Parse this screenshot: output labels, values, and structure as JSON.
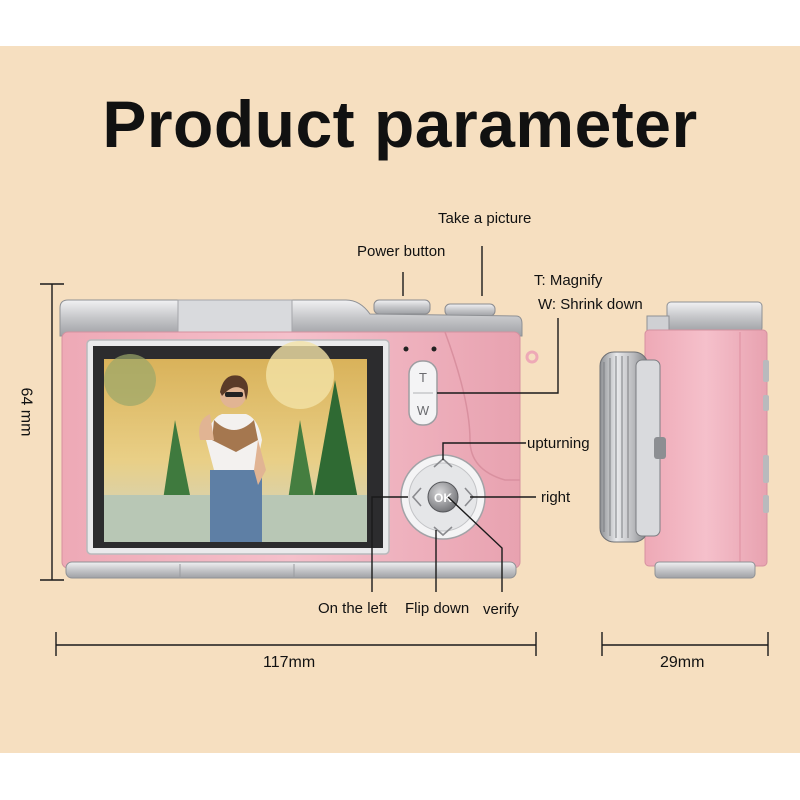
{
  "title": "Product parameter",
  "labels": {
    "take_picture": "Take a picture",
    "power_button": "Power button",
    "t_magnify": "T: Magnify",
    "w_shrink": "W: Shrink down",
    "upturning": "upturning",
    "right": "right",
    "on_the_left": "On the left",
    "flip_down": "Flip down",
    "verify": "verify"
  },
  "buttons": {
    "tele": "T",
    "wide": "W",
    "ok": "OK"
  },
  "dimensions": {
    "height": "64 mm",
    "width": "117mm",
    "depth": "29mm"
  },
  "colors": {
    "background": "#f6dfc0",
    "camera_body": "#f2b6c2",
    "silver": "#c9cacc",
    "screen_frame": "#e8e8ea"
  }
}
